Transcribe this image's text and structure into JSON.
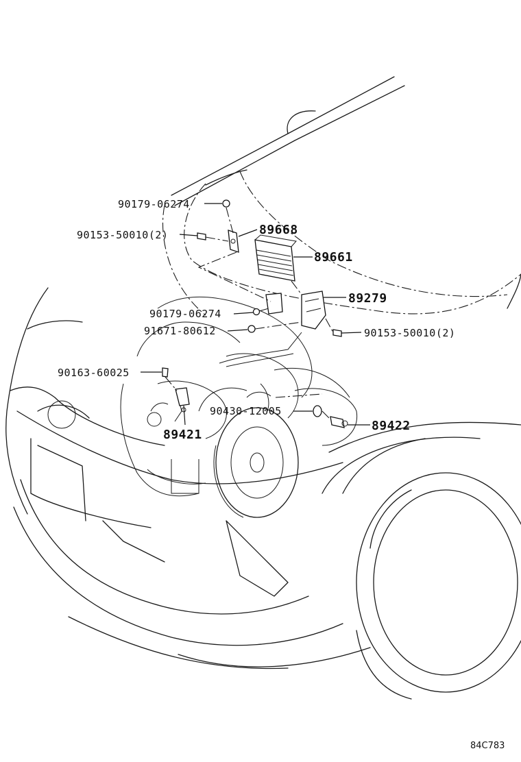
{
  "diagram": {
    "callouts": [
      {
        "id": "c1",
        "text": "90179-06274"
      },
      {
        "id": "c2",
        "text": "90153-50010(2)"
      },
      {
        "id": "c3",
        "text": "89668"
      },
      {
        "id": "c4",
        "text": "89661"
      },
      {
        "id": "c5",
        "text": "89279"
      },
      {
        "id": "c6",
        "text": "90179-06274"
      },
      {
        "id": "c7",
        "text": "91671-80612"
      },
      {
        "id": "c8",
        "text": "90153-50010(2)"
      },
      {
        "id": "c9",
        "text": "90163-60025"
      },
      {
        "id": "c10",
        "text": "90430-12005"
      },
      {
        "id": "c11",
        "text": "89422"
      },
      {
        "id": "c12",
        "text": "89421"
      }
    ],
    "reference_code": "84C783"
  }
}
